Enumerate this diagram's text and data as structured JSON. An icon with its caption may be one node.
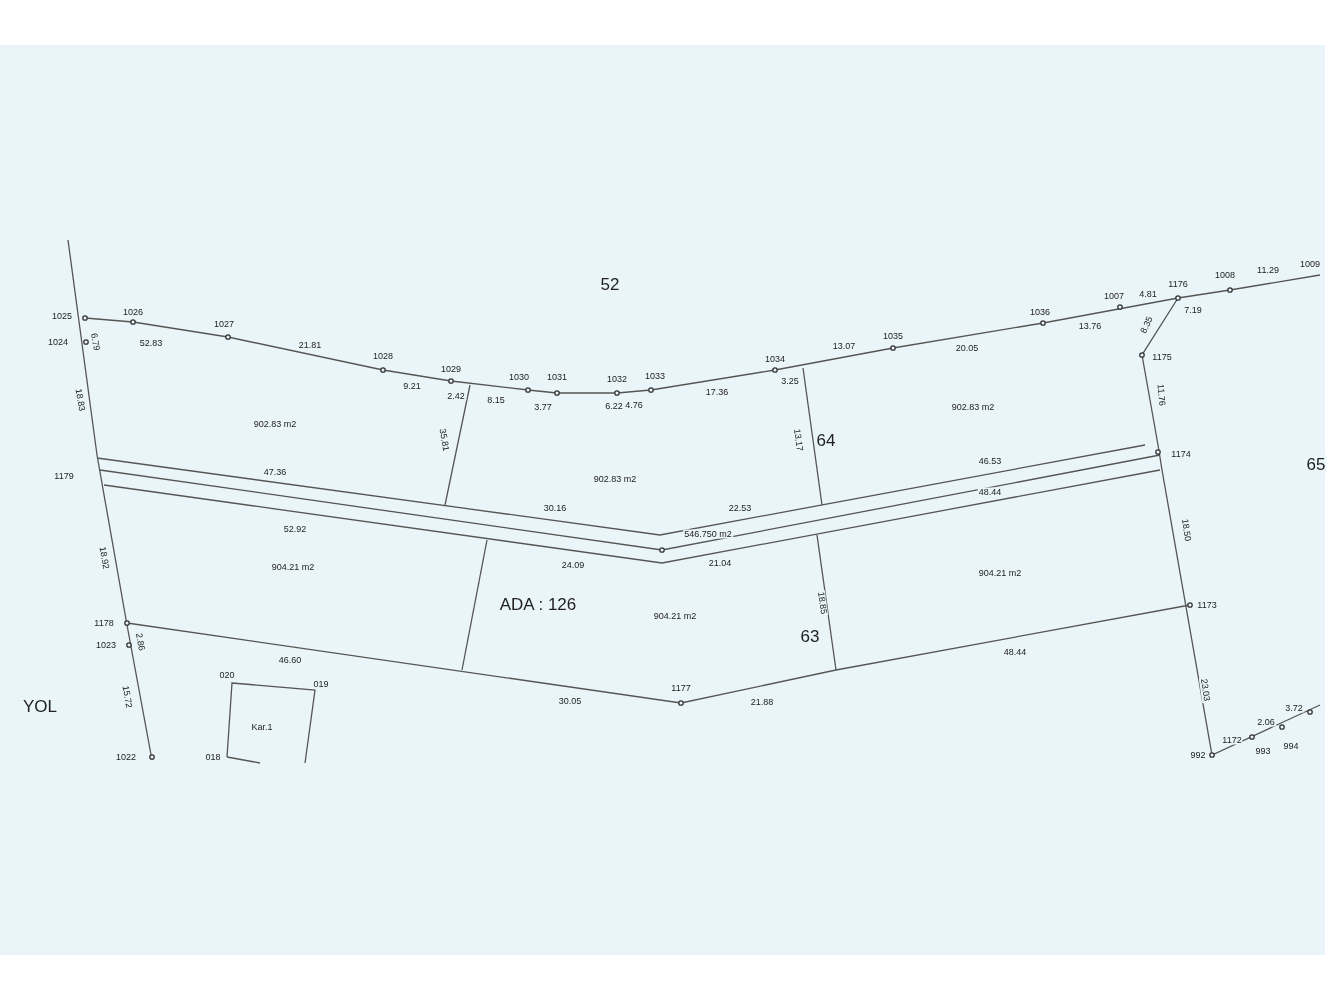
{
  "diagram": {
    "labels": [
      "52",
      "1025",
      "1026",
      "1027",
      "1028",
      "1029",
      "1030",
      "1031",
      "1032",
      "1033",
      "1034",
      "1035",
      "1036",
      "1007",
      "1176",
      "1008",
      "1009",
      "52.83",
      "21.81",
      "9.21",
      "2.42",
      "8.15",
      "3.77",
      "6.22",
      "4.76",
      "17.36",
      "3.25",
      "13.07",
      "20.05",
      "13.76",
      "4.81",
      "7.19",
      "11.29",
      "8.35",
      "1024",
      "6.79",
      "18.83",
      "902.83 m2",
      "35.81",
      "902.83 m2",
      "13.17",
      "64",
      "902.83 m2",
      "1175",
      "11.76",
      "1174",
      "65",
      "1179",
      "47.36",
      "30.16",
      "22.53",
      "46.53",
      "546.750 m2",
      "52.92",
      "24.09",
      "21.04",
      "48.44",
      "18.92",
      "904.21 m2",
      "ADA : 126",
      "904.21 m2",
      "18.85",
      "63",
      "904.21 m2",
      "18.50",
      "1173",
      "1178",
      "1023",
      "2.86",
      "46.60",
      "020",
      "019",
      "Kar.1",
      "15.72",
      "YOL",
      "1022",
      "018",
      "30.05",
      "1177",
      "21.88",
      "48.44",
      "23.03",
      "1172",
      "2.06",
      "3.72",
      "992",
      "993",
      "994"
    ]
  }
}
